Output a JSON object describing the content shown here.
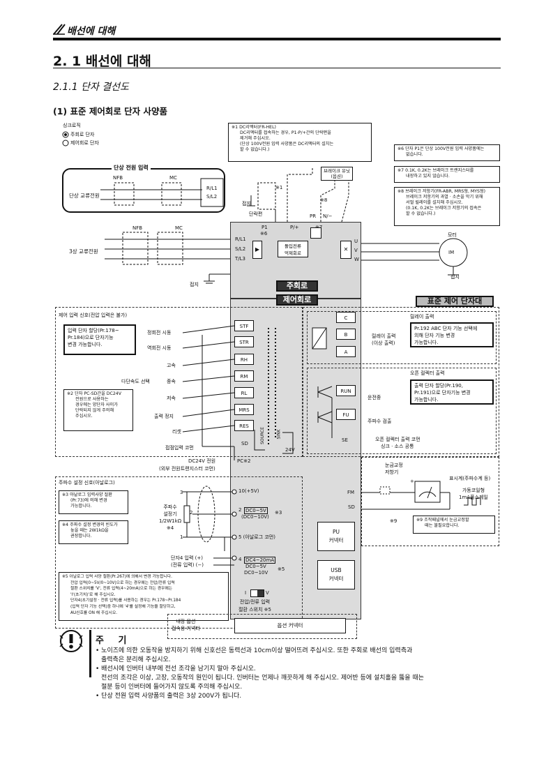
{
  "header": {
    "title": "배선에 대해"
  },
  "section": {
    "title": "2. 1 배선에 대해",
    "subtitle": "2.1.1 단자 결선도",
    "sub2": "(1) 표준 제어회로 단자 사양품"
  },
  "sink_logic": {
    "title": "싱크로직",
    "main": "주회로 단자",
    "control": "제어회로 단자"
  },
  "notes": {
    "n1": [
      "※1  DC리액터(FR-HEL)",
      "DC리액터를 접속하는 경우, P1-P/+간의 단락편을",
      "제거해 주십시오.",
      "(단상 100V전원 입력 사양품은 DC리액터의 설치는",
      "할 수 없습니다.)"
    ],
    "n6": [
      "※6  단자 P1은 단상 100V전원 입력 사양품에는",
      "없습니다."
    ],
    "n7": [
      "※7  0.1K, 0.2K는 브레이크 트랜지스터를",
      "내장하고 있지 않습니다."
    ],
    "n8": [
      "※8  브레이크 저항기(FR-ABR, MRS형, MYS형)",
      "브레이크 저항기의 과열 · 소손을 막기 위해",
      "서멀 릴레이를 설치해 주십시오.",
      "(0.1K, 0.2K는 브레이크 저항기의 접속은",
      "할 수 없습니다.)"
    ],
    "n2": [
      "※2  단자 PC-SD간을 DC24V",
      "전원으로 사용하는",
      "경우에는 양단자 사이가",
      "단락되지 않게 주의해",
      "주십시오."
    ],
    "n3": [
      "※3  아날로그 입력사양 절환",
      "(Pr.73)에 의해 변경",
      "가능합니다."
    ],
    "n4": [
      "※4  주파수 설정 변경의 빈도가",
      "높을 때는 2W1kΩ을",
      "권장합니다."
    ],
    "n5": [
      "※5  아날로그 입력 사양 절환(Pr.267)에 의해서 변경 가능합니다.",
      "전압 입력(0~5V/0~10V)으로 하는 경우에는 전압/전류 입력",
      "절환 스위치를 'V', 전류 입력(4~20mA)으로 하는 경우에는",
      "'I'(초기치)'로 해 주십시오.",
      "단자4(초기설정 · 전류 입력)를 사용하는 경우는 Pr.178~Pr.184",
      "(입력 단자 기능 선택)중 하나에 '4'를 설정해 기능을 할당하고,",
      "AU신호를 ON 해 주십시오."
    ],
    "n9": [
      "※9  조작패널에서 눈금교정할",
      "때는 불필요합니다."
    ],
    "relay_fn": [
      "Pr.192 ABC 단자 기능 선택에",
      "의해 단자 기능 변경",
      "가능합니다."
    ],
    "oc_fn": [
      "출력 단자 할당(Pr.190,",
      "Pr.191)으로 단자기능 변경",
      "가능합니다."
    ],
    "input_fn": [
      "입력 단자 할당(Pr.178~",
      "Pr.184)으로 단자기능",
      "변경 가능합니다."
    ]
  },
  "power": {
    "single_title": "단상 전원 입력",
    "nfb": "NFB",
    "mc": "MC",
    "single_source": "단상 교류전원",
    "three_source": "3상 교류전원",
    "ground": "접지",
    "brake_unit": [
      "브레이크 유닛",
      "(옵션)"
    ],
    "short_bar": "단락편",
    "rl1": "R/L1",
    "sl2": "S/L2",
    "tl3": "T/L3",
    "p1": "P1",
    "p6": "※6",
    "pplus": "P/+",
    "pr": "PR",
    "nminus": "N/−",
    "n7": "※7",
    "n8": "※8",
    "n1": "※1",
    "u": "U",
    "v": "V",
    "w": "W",
    "motor": "모터",
    "im": "IM",
    "rectifier": [
      "돌입전류",
      "억제회로"
    ],
    "main_circuit": "주회로",
    "control_circuit": "제어회로",
    "std_terminal": "표준 제어 단자대"
  },
  "control_inputs": {
    "title": "제어 입력 신호(전압 입력은 불가)",
    "fwd": "정회전 시동",
    "rev": "역회전 시동",
    "high": "고속",
    "mid": "중속",
    "low": "저속",
    "multi": "다단속도 선택",
    "stop": "출력 정지",
    "reset": "리셋",
    "common": "접점입력 코먼",
    "dc24": "DC24V 전원",
    "dc24sub": "(외부 전원트랜지스터 코먼)",
    "terminals": [
      "STF",
      "STR",
      "RH",
      "RM",
      "RL",
      "MRS",
      "RES"
    ],
    "sd": "SD",
    "pc": "PC※2",
    "source": "SOURCE",
    "sink": "SINK",
    "v24": "24V"
  },
  "freq": {
    "title": "주파수 설정 신호(아날로그)",
    "pot": [
      "주파수",
      "설정기",
      "1/2W1kΩ",
      "※4"
    ],
    "t10": "10(+5V)",
    "t2": "2",
    "t2a": "DC0~5V",
    "t2b": "(DC0~10V)",
    "n3": "※3",
    "t5": "5 (아날로그 코먼)",
    "t4in": "단자4 입력  (+)",
    "t4cur": "(전류 입력)  (−)",
    "t4": "4",
    "t4a": "DC4~20mA",
    "t4b": "DC0~5V",
    "t4c": "DC0~10V",
    "n5": "※5",
    "sw_i": "I",
    "sw_v": "V",
    "sw_label": [
      "전압/전류 입력",
      "절환 스위치 ※5"
    ],
    "pin3": "3",
    "pin2": "2",
    "pin1": "1"
  },
  "relay": {
    "title": "릴레이 출력",
    "label": [
      "릴레이 출력",
      "(이상 출력)"
    ],
    "terms": [
      "C",
      "B",
      "A"
    ]
  },
  "opencol": {
    "title": "오픈 컬렉터 출력",
    "run": "RUN",
    "fu": "FU",
    "se": "SE",
    "running": "운전중",
    "freq_detect": "주파수 검출",
    "common": [
      "오픈 컬렉터 출력 코먼",
      "싱크 · 소스 공통"
    ]
  },
  "meter": {
    "cal": [
      "눈금교정",
      "저항기"
    ],
    "plus": "+",
    "minus": "−",
    "indicator": "표시계(주파수계 등)",
    "coil": [
      "가동코일형",
      "1mA풀스케일"
    ],
    "fm": "FM",
    "sd": "SD",
    "n9": "※9"
  },
  "connectors": {
    "pu": [
      "PU",
      "커넥터"
    ],
    "usb": [
      "USB",
      "커넥터"
    ],
    "builtin": [
      "내장 옵션",
      "접속용 커넥터"
    ],
    "option": "옵션 커넥터"
  },
  "caution": {
    "title": "주 기",
    "lines": [
      "• 노이즈에 의한 오동작을 방지하기 위해 신호선은 동력선과 10cm이상 떨어뜨려 주십시오. 또한 주회로 배선의 입력측과",
      "  출력측은 분리해 주십시오.",
      "• 배선시에 인버터 내부에 전선 조각을 남기지 말아 주십시오.",
      "  전선의 조각은 이상, 고장, 오동작의 원인이 됩니다. 인버터는 언제나 깨끗하게 해 주십시오. 제어반 등에 설치홀을 뚫을 때는",
      "  절분 등이 인버터에 들어가지 않도록 주의해 주십시오.",
      "• 단상 전원 입력 사양품의 출력은 3상 200V가 됩니다."
    ]
  }
}
